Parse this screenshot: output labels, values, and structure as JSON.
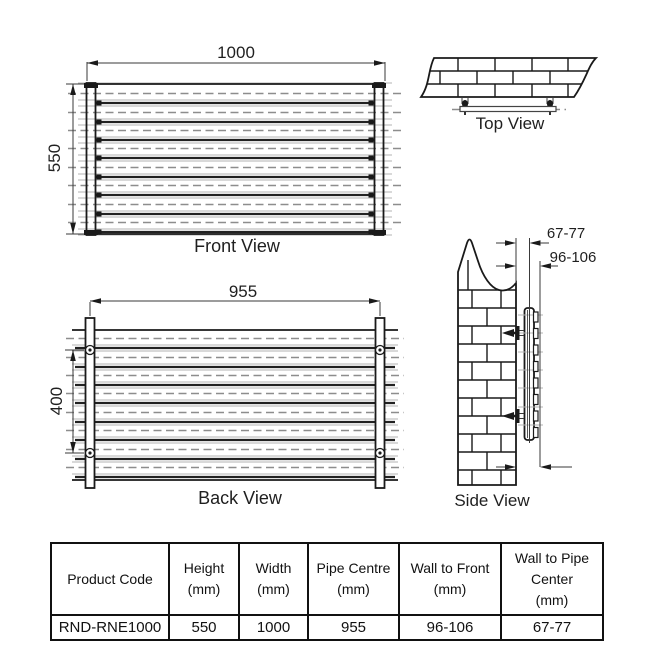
{
  "views": {
    "front": {
      "label": "Front View",
      "dim_width": "1000",
      "dim_height": "550"
    },
    "top": {
      "label": "Top View"
    },
    "back": {
      "label": "Back View",
      "dim_pipe_centre": "955",
      "dim_bracket": "400"
    },
    "side": {
      "label": "Side View",
      "dim_wall_to_pipe": "67-77",
      "dim_wall_to_front": "96-106"
    }
  },
  "table": {
    "headers": [
      {
        "lines": [
          "Product Code"
        ]
      },
      {
        "lines": [
          "Height",
          "(mm)"
        ]
      },
      {
        "lines": [
          "Width",
          "(mm)"
        ]
      },
      {
        "lines": [
          "Pipe Centre",
          "(mm)"
        ]
      },
      {
        "lines": [
          "Wall to Front",
          "(mm)"
        ]
      },
      {
        "lines": [
          "Wall to Pipe",
          "Center",
          "(mm)"
        ]
      }
    ],
    "row": [
      "RND-RNE1000",
      "550",
      "1000",
      "955",
      "96-106",
      "67-77"
    ]
  },
  "colors": {
    "line": "#1a1a1a",
    "gray": "#9c9c9c",
    "dim": "#3a3a3a",
    "text": "#1f1f1f"
  }
}
